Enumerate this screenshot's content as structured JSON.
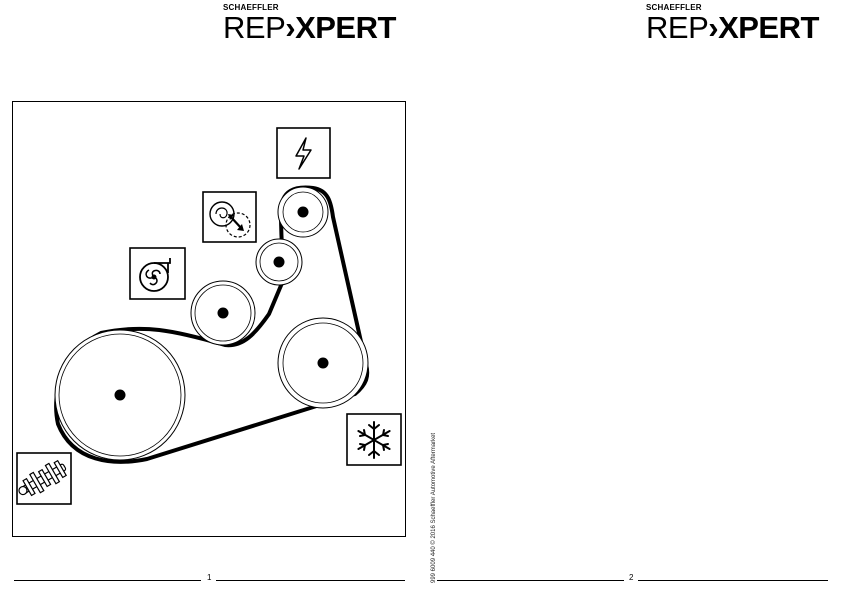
{
  "header": {
    "brand": "SCHAEFFLER",
    "logo_rep": "REP",
    "logo_chevron": "›",
    "logo_xpert": "XPERT"
  },
  "diagram": {
    "icons": [
      "alternator-icon",
      "power-steering-pump-icon",
      "water-pump-icon",
      "crankshaft-icon",
      "ac-compressor-icon"
    ]
  },
  "footer": {
    "copyright": "999 6009 440 © 2016 Schaeffler Automotive Aftermarket",
    "page_left": "1",
    "page_right": "2"
  }
}
